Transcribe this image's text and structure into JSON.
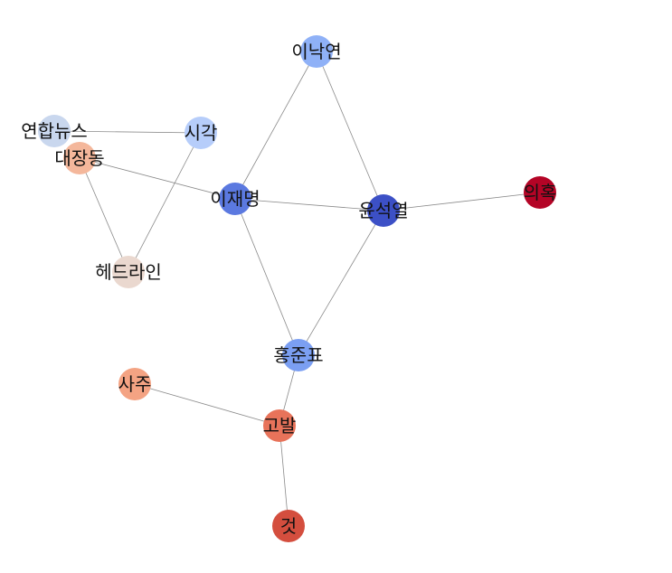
{
  "graph": {
    "nodes": [
      {
        "id": "leenakyeon",
        "label": "이낙연",
        "color": "#8fb1f7"
      },
      {
        "id": "yonhap",
        "label": "연합뉴스",
        "color": "#c9d7ee"
      },
      {
        "id": "sigak",
        "label": "시각",
        "color": "#b6cdfa"
      },
      {
        "id": "daejang",
        "label": "대장동",
        "color": "#f4b79b"
      },
      {
        "id": "leejm",
        "label": "이재명",
        "color": "#5b79e0"
      },
      {
        "id": "yoon",
        "label": "윤석열",
        "color": "#3c50c6"
      },
      {
        "id": "uihok",
        "label": "의혹",
        "color": "#b40426"
      },
      {
        "id": "headline",
        "label": "헤드라인",
        "color": "#ead8cf"
      },
      {
        "id": "hongjp",
        "label": "홍준표",
        "color": "#7b9ff2"
      },
      {
        "id": "saju",
        "label": "사주",
        "color": "#f4a383"
      },
      {
        "id": "gobal",
        "label": "고발",
        "color": "#e8735a"
      },
      {
        "id": "geot",
        "label": "것",
        "color": "#d44e3e"
      }
    ],
    "edges": [
      [
        "yonhap",
        "sigak"
      ],
      [
        "daejang",
        "leejm"
      ],
      [
        "daejang",
        "headline"
      ],
      [
        "sigak",
        "headline"
      ],
      [
        "leenakyeon",
        "leejm"
      ],
      [
        "leenakyeon",
        "yoon"
      ],
      [
        "leejm",
        "yoon"
      ],
      [
        "yoon",
        "uihok"
      ],
      [
        "leejm",
        "hongjp"
      ],
      [
        "yoon",
        "hongjp"
      ],
      [
        "hongjp",
        "gobal"
      ],
      [
        "saju",
        "gobal"
      ],
      [
        "gobal",
        "geot"
      ]
    ]
  }
}
